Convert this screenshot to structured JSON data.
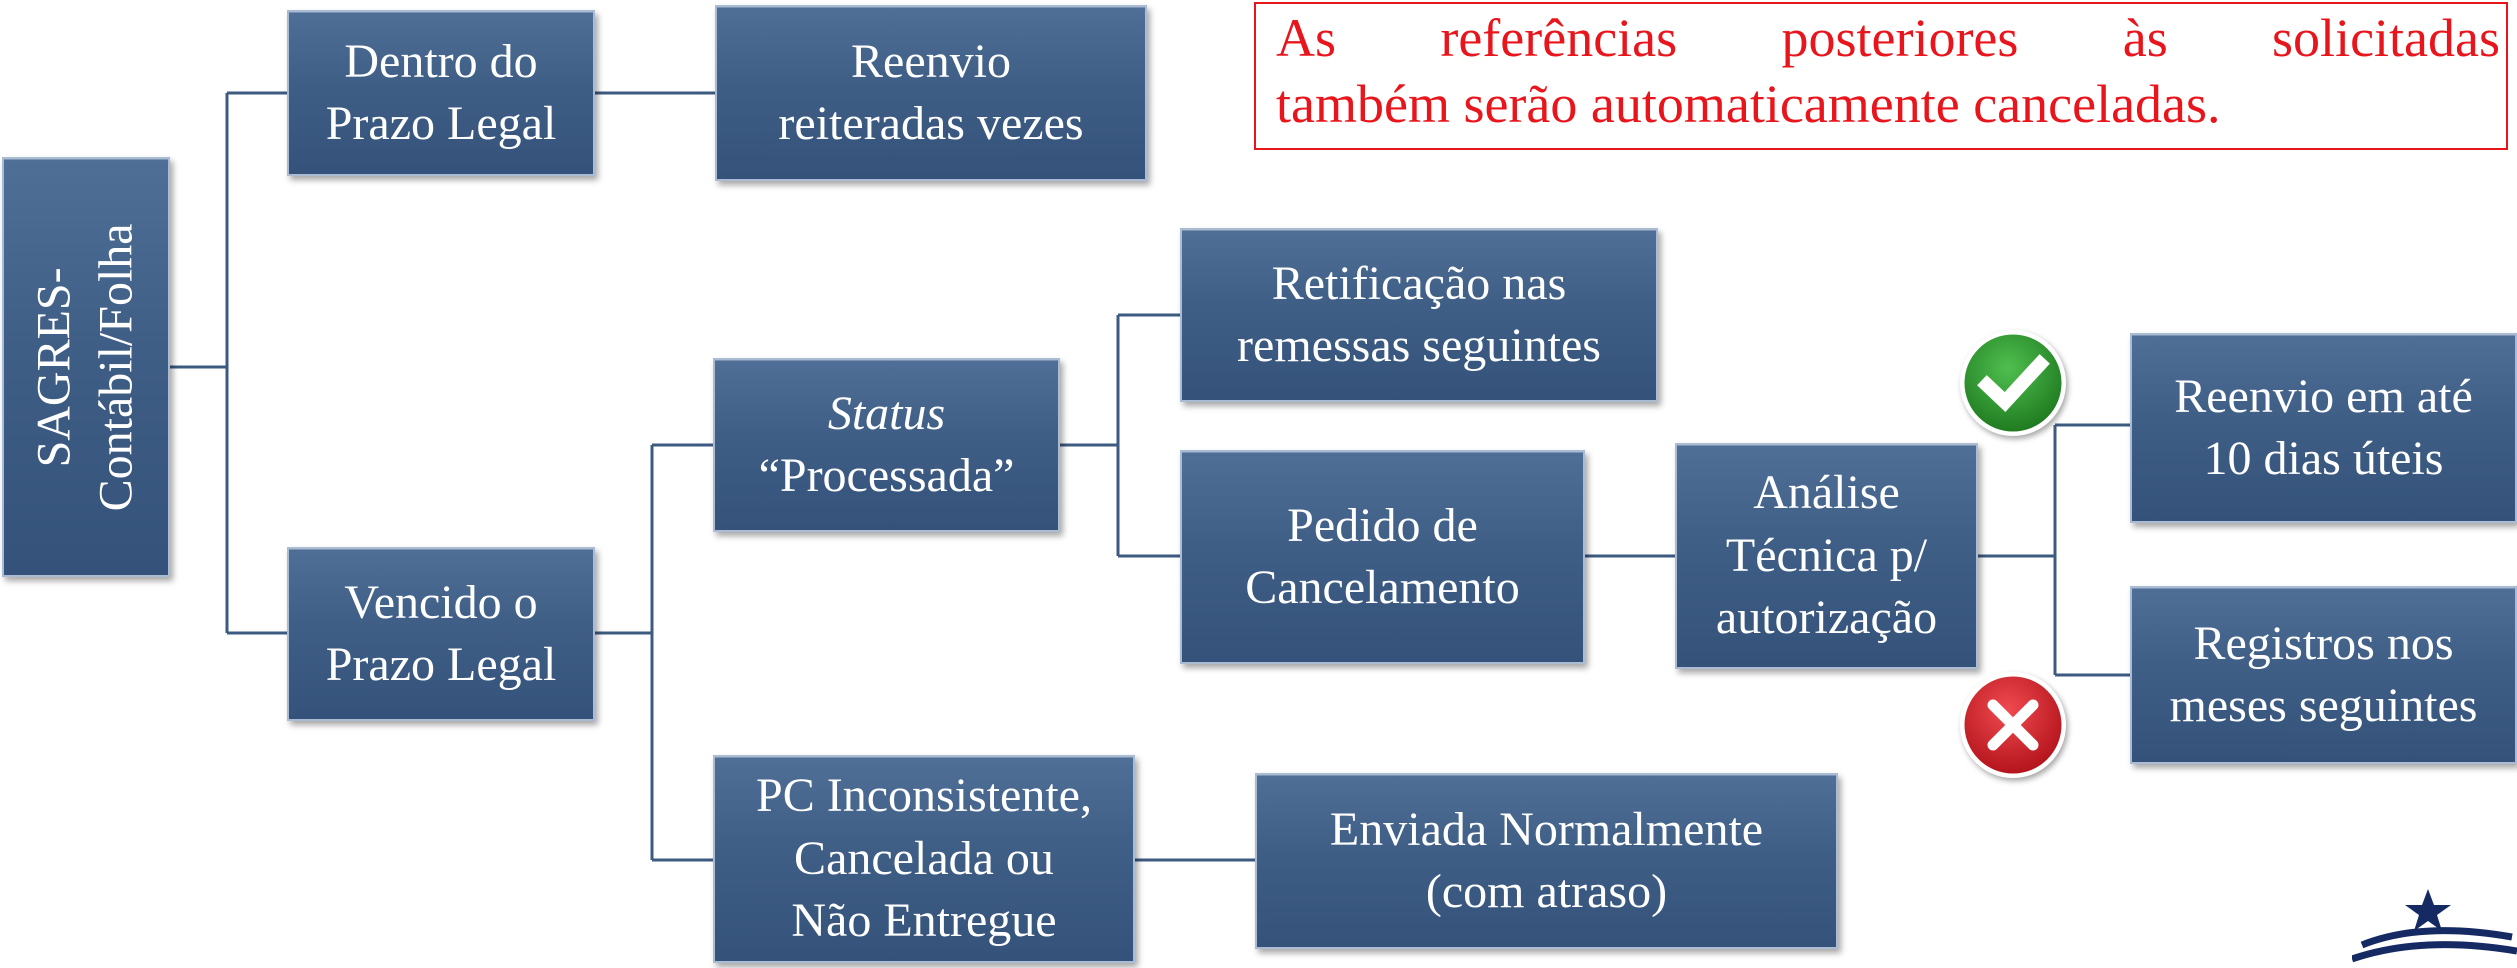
{
  "diagram": {
    "root": [
      "SAGRES-",
      "Contábil/Folha"
    ],
    "within_deadline": [
      "Dentro do",
      "Prazo Legal"
    ],
    "resend_repeatedly": [
      "Reenvio",
      "reiteradas vezes"
    ],
    "deadline_expired": [
      "Vencido o",
      "Prazo Legal"
    ],
    "status_processed": [
      "Status",
      "“Processada”"
    ],
    "pc_inconsistent": [
      "PC Inconsistente,",
      "Cancelada ou",
      "Não Entregue"
    ],
    "rectification": [
      "Retificação nas",
      "remessas seguintes"
    ],
    "cancellation_request": [
      "Pedido de",
      "Cancelamento"
    ],
    "technical_analysis": [
      "Análise",
      "Técnica p/",
      "autorização"
    ],
    "sent_normally": [
      "Enviada Normalmente",
      "(com atraso)"
    ],
    "resend_10_days": [
      "Reenvio em até",
      "10 dias úteis"
    ],
    "records_next_months": [
      "Registros nos",
      "meses seguintes"
    ]
  },
  "note": [
    "As referências posteriores às solicitadas",
    "também serão automaticamente canceladas."
  ],
  "icons": {
    "approved": "check-icon",
    "rejected": "x-icon",
    "logo": "star-logo-icon"
  },
  "colors": {
    "node_fill": "#3f5e86",
    "node_border": "#a9bcd3",
    "connector": "#3d5a80",
    "note_text": "#e8161c",
    "approved_badge": "#2a8a2a",
    "rejected_badge": "#d0202a"
  }
}
